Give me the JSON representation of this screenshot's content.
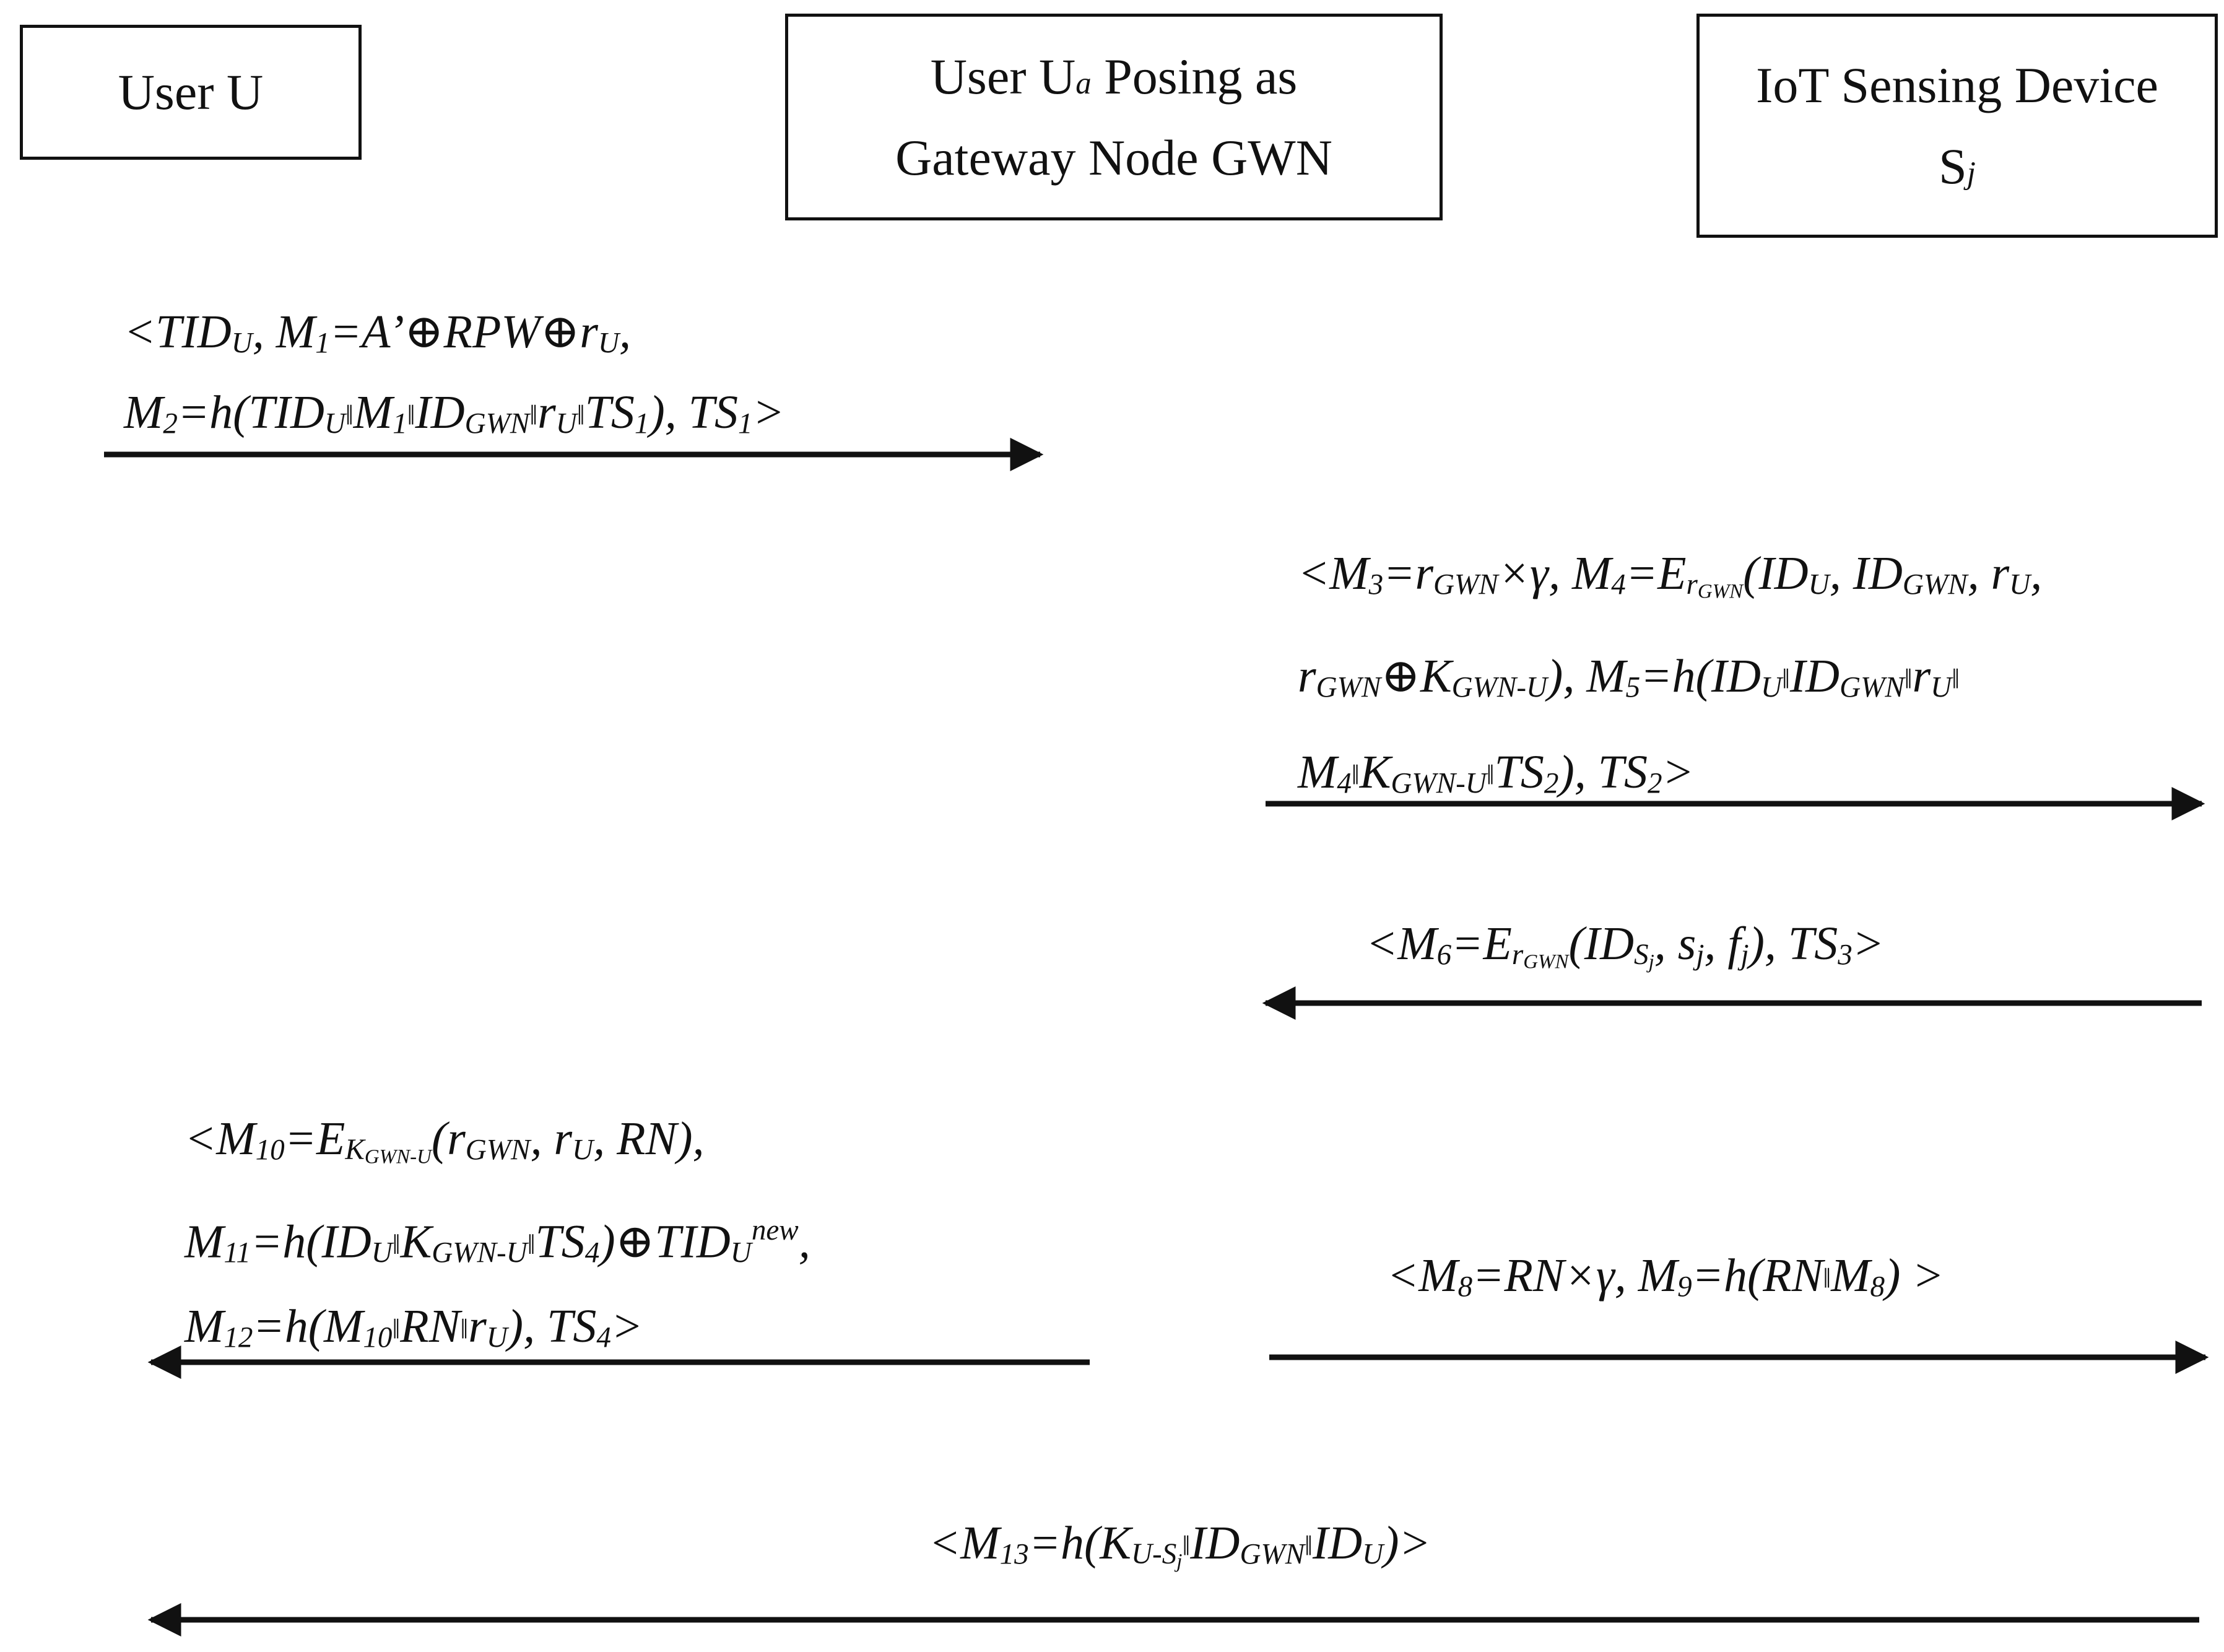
{
  "parties": {
    "user": {
      "label": "User U"
    },
    "attacker": {
      "line1_prefix": "User U",
      "line1_sub": "a",
      "line1_suffix": " Posing as",
      "line2": "Gateway Node GWN"
    },
    "device": {
      "line1": "IoT Sensing Device",
      "line2_main": "S",
      "line2_sub": "j"
    }
  },
  "messages": {
    "m1": {
      "p1": "<TID",
      "s1": "U",
      "p2": ", M",
      "s2": "1",
      "p3": "=A’⊕RPW⊕r",
      "s3": "U",
      "p4": ",",
      "q1": "M",
      "t1": "2",
      "q2": "=h(TID",
      "t2": "U",
      "q3": "‖",
      "q4": "M",
      "t3": "1",
      "q5": "‖",
      "q6": "ID",
      "t4": "GWN",
      "q7": "‖",
      "q8": "r",
      "t5": "U",
      "q9": "‖",
      "q10": "TS",
      "t6": "1",
      "q11": "), TS",
      "t7": "1",
      "q12": ">"
    },
    "m2": {
      "a1": "<M",
      "b1": "3",
      "a2": "=r",
      "b2": "GWN",
      "a3": "×γ, M",
      "b3": "4",
      "a4": "=E",
      "b4": "r",
      "b4s": "GWN",
      "a5": "(ID",
      "b5": "U",
      "a6": ", ID",
      "b6": "GWN",
      "a7": ", r",
      "b7": "U",
      "a8": ",",
      "c1": "r",
      "d1": "GWN",
      "c2": "⊕K",
      "d2": "GWN-U",
      "c3": "), M",
      "d3": "5",
      "c4": "=h(ID",
      "d4": "U",
      "c5": "‖",
      "c6": "ID",
      "d5": "GWN",
      "c7": "‖",
      "c8": "r",
      "d6": "U",
      "c9": "‖",
      "e1": "M",
      "f1": "4",
      "e2": "‖",
      "e3": "K",
      "f2": "GWN-U",
      "e4": "‖",
      "e5": "TS",
      "f3": "2",
      "e6": "), TS",
      "f4": "2",
      "e7": ">"
    },
    "m3": {
      "a1": "<M",
      "b1": "6",
      "a2": "=E",
      "b2": "r",
      "b2s": "GWN",
      "a3": "(ID",
      "b3": "S",
      "b3s": "j",
      "a4": ", s",
      "b4": "j",
      "a5": ", f",
      "b5": "j",
      "a6": "), TS",
      "b6": "3",
      "a7": ">"
    },
    "m4": {
      "a1": "<M",
      "b1": "10",
      "a2": "=E",
      "b2": "K",
      "b2s": "GWN-U",
      "a3": "(r",
      "b3": "GWN",
      "a4": ", r",
      "b4": "U",
      "a5": ", RN),",
      "c1": "M",
      "d1": "11",
      "c2": "=h(ID",
      "d2": "U",
      "c3": "‖",
      "c4": "K",
      "d3": "GWN-U",
      "c5": "‖",
      "c6": "TS",
      "d4": "4",
      "c7": ")⊕TID",
      "d5": "U",
      "d6": "new",
      "c8": ",",
      "e1": "M",
      "f1": "12",
      "e2": "=h(M",
      "f2": "10",
      "e3": "‖",
      "e4": "RN",
      "e5": "‖",
      "e6": "r",
      "f3": "U",
      "e7": "), TS",
      "f4": "4",
      "e8": ">"
    },
    "m5": {
      "a1": "<M",
      "b1": "8",
      "a2": "=RN×γ, M",
      "b2": "9",
      "a3": "=h(RN",
      "a4": "‖",
      "a5": "M",
      "b3": "8",
      "a6": ") >"
    },
    "m6": {
      "a1": "<M",
      "b1": "13",
      "a2": "=h(K",
      "b2": "U-S",
      "b2s": "j",
      "a3": "‖",
      "a4": "ID",
      "b3": "GWN",
      "a5": "‖",
      "a6": "ID",
      "b4": "U",
      "a7": ")>"
    }
  },
  "arrows": [
    {
      "from": "User U",
      "to": "User Ua Posing as Gateway Node GWN",
      "direction": "right"
    },
    {
      "from": "User Ua Posing as Gateway Node GWN",
      "to": "IoT Sensing Device Sj",
      "direction": "right"
    },
    {
      "from": "IoT Sensing Device Sj",
      "to": "User Ua Posing as Gateway Node GWN",
      "direction": "left"
    },
    {
      "from": "User Ua Posing as Gateway Node GWN",
      "to": "User U",
      "direction": "left"
    },
    {
      "from": "User Ua Posing as Gateway Node GWN",
      "to": "IoT Sensing Device Sj",
      "direction": "right"
    },
    {
      "from": "IoT Sensing Device Sj",
      "to": "User U",
      "direction": "left"
    }
  ],
  "colors": {
    "ink": "#111111",
    "background": "#ffffff"
  }
}
